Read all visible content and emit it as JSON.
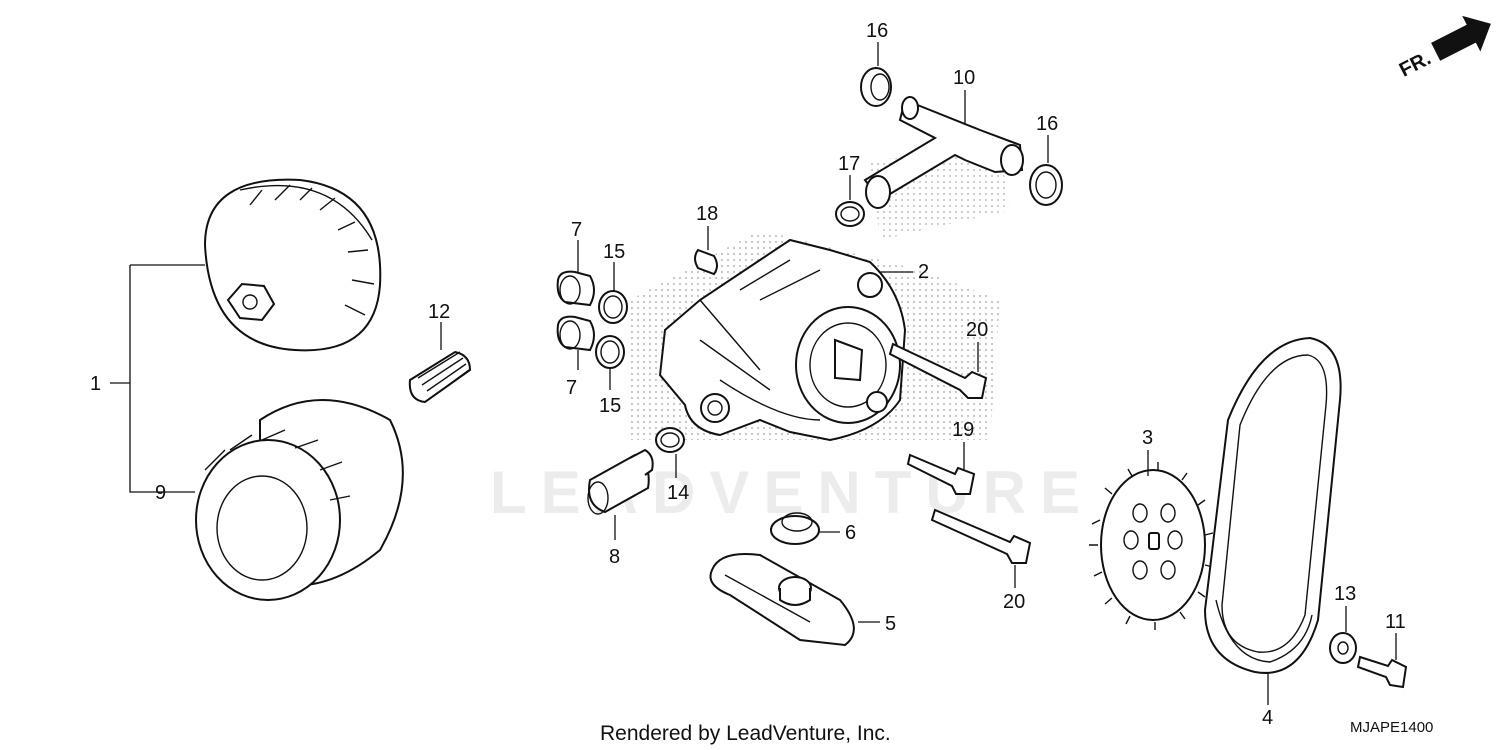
{
  "diagram": {
    "direction_label": "FR.",
    "watermark": "LEADVENTURE",
    "footer_credit": "Rendered by LeadVenture, Inc.",
    "diagram_code": "MJAPE1400",
    "callouts": {
      "c1": "1",
      "c2": "2",
      "c3": "3",
      "c4": "4",
      "c5": "5",
      "c6": "6",
      "c7a": "7",
      "c7b": "7",
      "c8": "8",
      "c9": "9",
      "c10": "10",
      "c11": "11",
      "c12": "12",
      "c13": "13",
      "c14": "14",
      "c15a": "15",
      "c15b": "15",
      "c16a": "16",
      "c16b": "16",
      "c17": "17",
      "c18": "18",
      "c19": "19",
      "c20a": "20",
      "c20b": "20"
    }
  }
}
